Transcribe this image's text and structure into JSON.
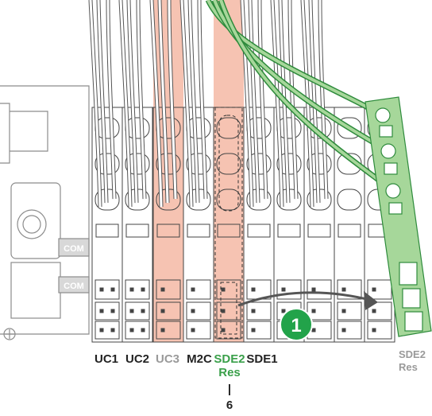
{
  "labels": {
    "uc1": "UC1",
    "uc2": "UC2",
    "uc3": "UC3",
    "m2c": "M2C",
    "sde2": "SDE2",
    "res": "Res",
    "sde1": "SDE1",
    "com_top": "COM",
    "com_bottom": "COM",
    "callout_line": "|",
    "callout_number": "6",
    "removed_sde2": "SDE2",
    "removed_res": "Res",
    "step_number": "1"
  },
  "colors": {
    "salmon": "#f5b9a4",
    "salmon_stroke": "#c9826a",
    "green": "#a6d79a",
    "green_dark": "#2e8b3c",
    "green_label": "#3aa04a",
    "badge": "#22a34a",
    "grey_label": "#9a9a9a",
    "arrow": "#555555"
  }
}
